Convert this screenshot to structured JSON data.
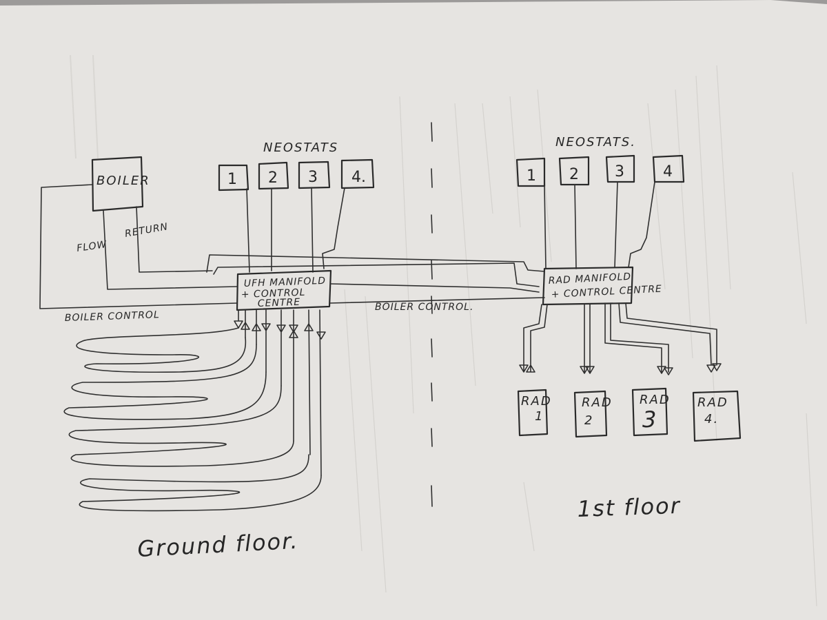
{
  "colors": {
    "paper": "#e6e4e1",
    "background": "#9c9a99",
    "ink": "#2a2a2a",
    "bleed": "#b9b6b2"
  },
  "ground_floor": {
    "heading": "NEOSTATS",
    "stats": [
      "1",
      "2",
      "3",
      "4."
    ],
    "boiler": "BOILER",
    "flow": "FLOW",
    "return": "RETURN",
    "boiler_control": "BOILER CONTROL",
    "manifold_line1": "UFH MANIFOLD",
    "manifold_line2": "+ CONTROL",
    "manifold_line3": "CENTRE",
    "floor_label": "Ground floor."
  },
  "middle": {
    "boiler_control": "BOILER CONTROL."
  },
  "first_floor": {
    "heading": "NEOSTATS.",
    "stats": [
      "1",
      "2",
      "3",
      "4"
    ],
    "manifold_line1": "RAD MANIFOLD",
    "manifold_line2": "+ CONTROL CENTRE",
    "rads": [
      {
        "label": "RAD",
        "number": "1"
      },
      {
        "label": "RAD",
        "number": "2"
      },
      {
        "label": "RAD",
        "number": "3"
      },
      {
        "label": "RAD",
        "number": "4."
      }
    ],
    "floor_label": "1st floor"
  }
}
